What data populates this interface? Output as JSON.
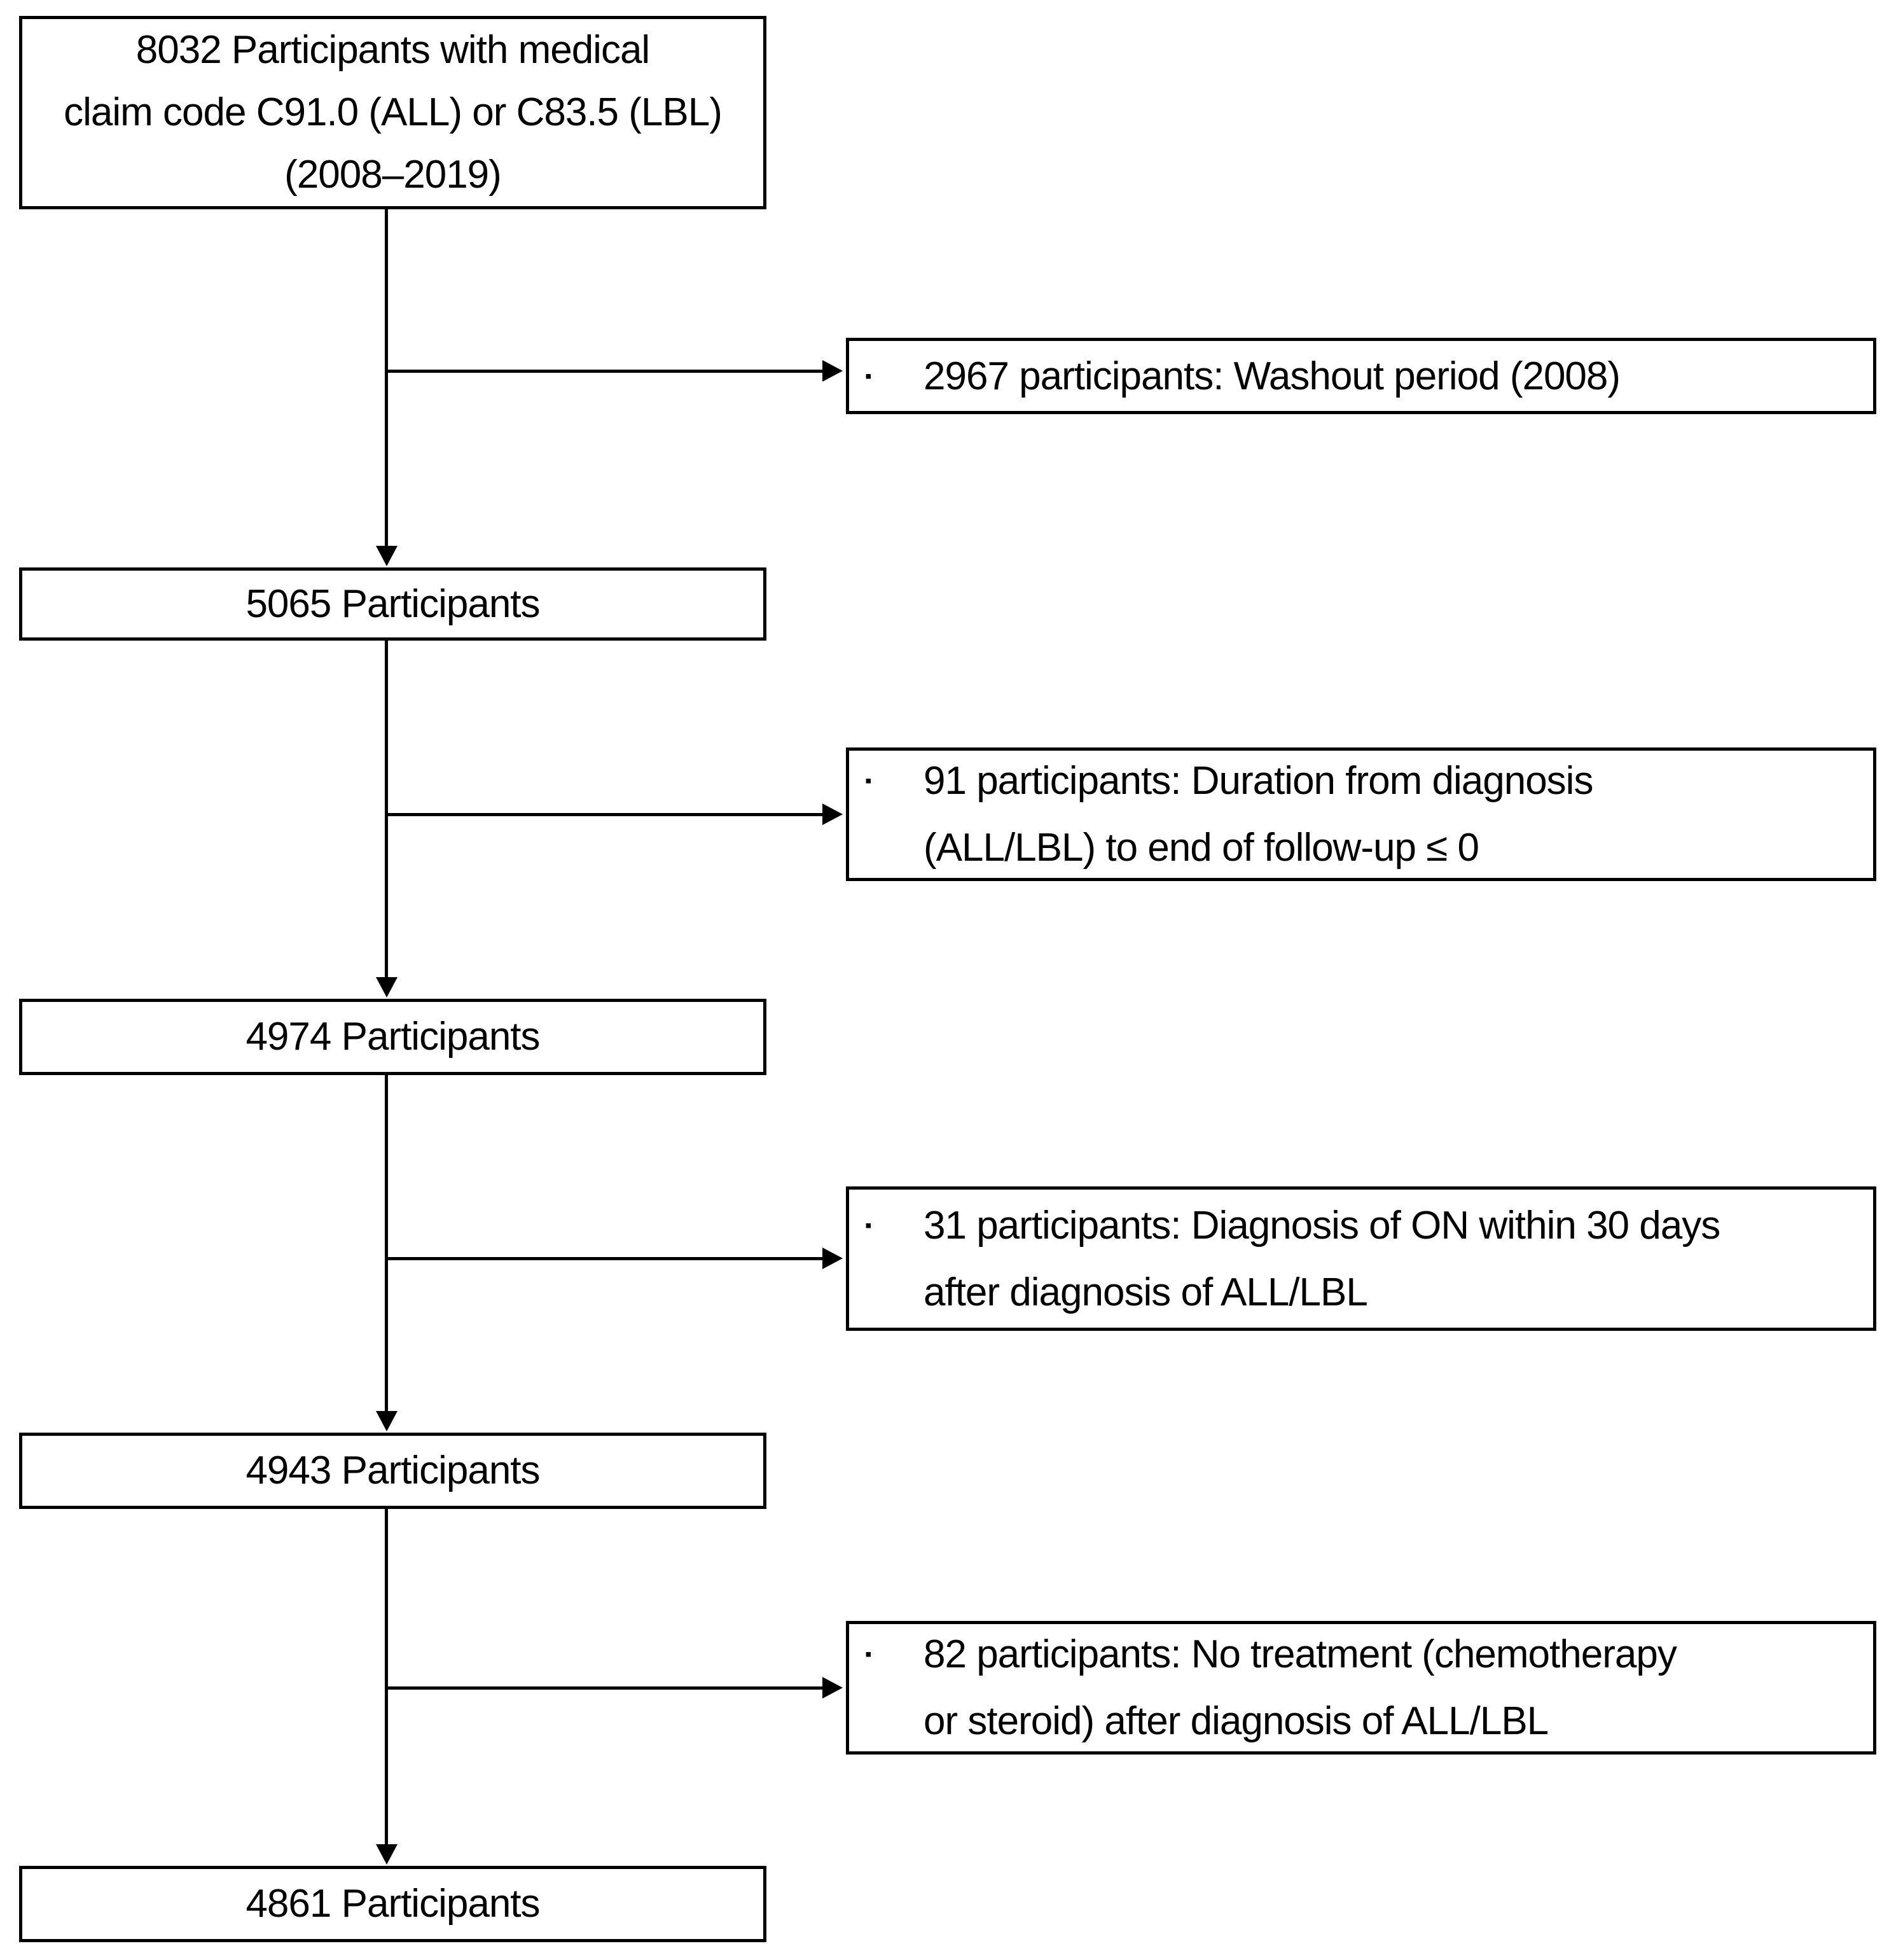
{
  "page": {
    "background_color": "#ffffff",
    "line_color": "#000000",
    "text_color": "#000000"
  },
  "flow": {
    "bullet_glyph": "▪",
    "main_boxes": [
      {
        "text": "8032 Participants with medical\nclaim code C91.0 (ALL) or C83.5 (LBL)\n(2008–2019)"
      },
      {
        "text": "5065 Participants"
      },
      {
        "text": "4974 Participants"
      },
      {
        "text": "4943 Participants"
      },
      {
        "text": "4861 Participants"
      }
    ],
    "exclusions": [
      {
        "text": "2967 participants: Washout period (2008)"
      },
      {
        "text": "91 participants: Duration from diagnosis\n(ALL/LBL) to end of follow-up ≤ 0"
      },
      {
        "text": "31 participants: Diagnosis of ON within 30 days\nafter diagnosis of ALL/LBL"
      },
      {
        "text": "82 participants: No treatment (chemotherapy\nor steroid) after diagnosis of ALL/LBL"
      }
    ]
  }
}
